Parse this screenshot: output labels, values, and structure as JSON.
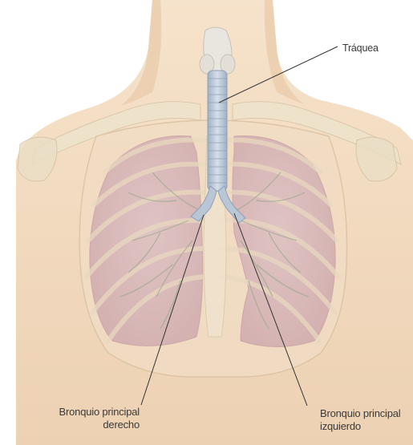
{
  "diagram": {
    "labels": {
      "trachea": "Tráquea",
      "right_bronchus_line1": "Bronquio principal",
      "right_bronchus_line2": "derecho",
      "left_bronchus_line1": "Bronquio principal",
      "left_bronchus_line2": "izquierdo"
    }
  },
  "colors": {
    "skin": "#f3dcc0",
    "skin_shadow": "#e2c2a0",
    "lung": "#dcbcbc",
    "trachea": "#b9c6d6",
    "bone": "#efe6d2",
    "label_text": "#3a3a3a"
  }
}
